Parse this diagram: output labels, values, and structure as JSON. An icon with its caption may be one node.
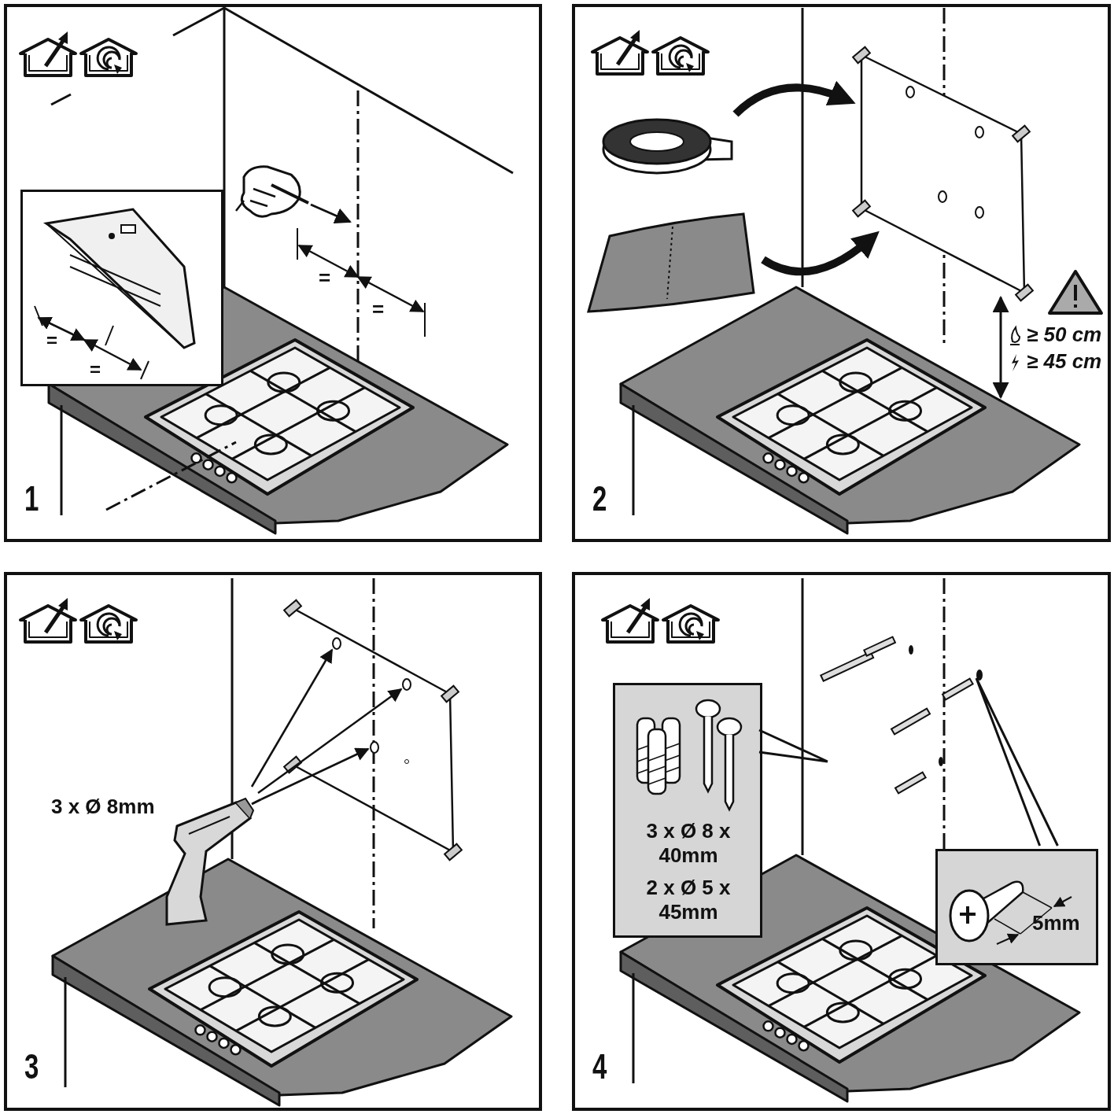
{
  "diagram": {
    "nodes": [
      {
        "text": [
          "1"
        ]
      },
      {
        "text": [
          "=",
          "="
        ],
        "in": 0
      },
      {
        "text": [
          "2"
        ]
      },
      {
        "text": [
          "3"
        ]
      },
      {
        "text": [
          "4"
        ]
      },
      {
        "text": [
          "3 x Ø 8 x 40mm",
          "2 x Ø 5 x 45mm"
        ],
        "in": 4
      },
      {
        "text": [
          "5mm"
        ],
        "in": 4
      },
      {
        "text": [],
        "shape": "circle",
        "in": 4
      }
    ],
    "edges": [
      {
        "from": 5,
        "to": null,
        "arrow": "none"
      },
      {
        "from": 6,
        "to": 7,
        "arrow": "none"
      }
    ],
    "labels": [
      "=",
      "=",
      "≥ 50 cm",
      "≥ 45 cm",
      "3 x Ø 8mm"
    ]
  }
}
